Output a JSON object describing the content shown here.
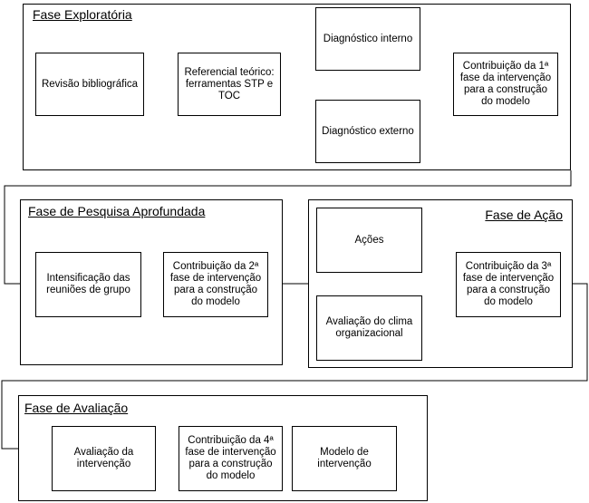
{
  "phases": {
    "exploratoria": {
      "title": "Fase Exploratória",
      "boxes": {
        "revisao": "Revisão bibliográfica",
        "referencial": "Referencial teórico: ferramentas STP e TOC",
        "diag_interno": "Diagnóstico interno",
        "diag_externo": "Diagnóstico externo",
        "contribuicao": "Contribuição da 1ª fase da intervenção para a construção do modelo"
      }
    },
    "pesquisa": {
      "title": "Fase de Pesquisa Aprofundada",
      "boxes": {
        "intensificacao": "Intensificação das reuniões de grupo",
        "contribuicao": "Contribuição da 2ª fase de intervenção para a construção do modelo"
      }
    },
    "acao": {
      "title": "Fase de Ação",
      "boxes": {
        "acoes": "Ações",
        "clima": "Avaliação do clima organizacional",
        "contribuicao": "Contribuição da 3ª fase de intervenção para a construção do modelo"
      }
    },
    "avaliacao": {
      "title": "Fase de Avaliação",
      "boxes": {
        "avaliacao_intervencao": "Avaliação da intervenção",
        "contribuicao": "Contribuição da 4ª fase de intervenção para a construção do modelo",
        "modelo": "Modelo de intervenção"
      }
    }
  }
}
